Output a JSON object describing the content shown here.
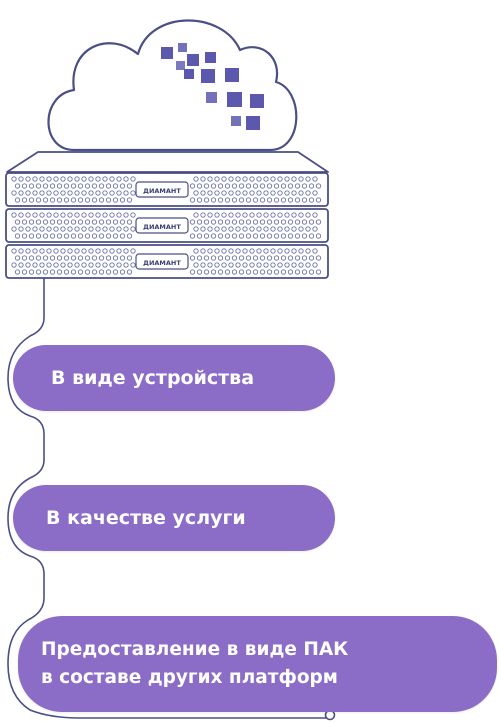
{
  "colors": {
    "accent": "#8b6cc6",
    "squares": "#5b58ad",
    "line": "#4a4f86",
    "text": "#ffffff"
  },
  "server": {
    "brand_label": "ДИАМАНТ"
  },
  "options": [
    {
      "lines": [
        "В виде устройства"
      ]
    },
    {
      "lines": [
        "В качестве услуги"
      ]
    },
    {
      "lines": [
        "Предоставление в виде ПАК",
        "в составе других платформ"
      ]
    }
  ]
}
